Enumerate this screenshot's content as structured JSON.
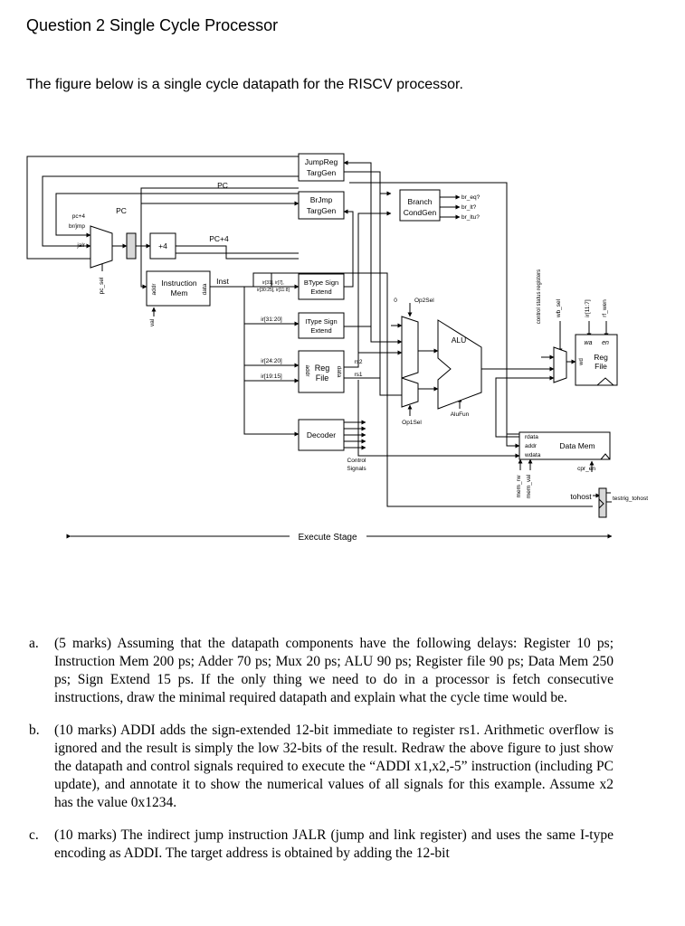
{
  "page": {
    "title": "Question 2 Single Cycle Processor",
    "intro": "The figure below is a single cycle datapath for the RISCV processor."
  },
  "diagram": {
    "blocks": {
      "jumpreg": [
        "JumpReg",
        "TargGen"
      ],
      "brjmp": [
        "BrJmp",
        "TargGen"
      ],
      "branch": [
        "Branch",
        "CondGen"
      ],
      "plus4": "+4",
      "imem": [
        "Instruction",
        "Mem"
      ],
      "btype": [
        "BType Sign",
        "Extend"
      ],
      "itype": [
        "IType Sign",
        "Extend"
      ],
      "regfile_mid": [
        "Reg",
        "File"
      ],
      "decoder": "Decoder",
      "alu": "ALU",
      "regfile_right": [
        "Reg",
        "File"
      ],
      "datamem": "Data Mem"
    },
    "labels": {
      "pc_top": "PC",
      "pc_reg": "PC",
      "pc4_top": "PC+4",
      "mux_pc4": "pc+4",
      "mux_brjmp": "br/jmp",
      "mux_jalr": "jalr",
      "pc_sel": "pc_sel",
      "val": "val",
      "imem_addr": "addr",
      "imem_data": "data",
      "inst": "Inst",
      "ir_b1": "ir[31], ir[7],",
      "ir_b2": "ir[30:25], ir[11:8]",
      "ir_3120": "ir[31:20]",
      "ir_2420": "ir[24:20]",
      "ir_1915": "ir[19:15]",
      "rf_addr": "addr",
      "rf_data": "data",
      "rs2": "rs2",
      "rs1": "rs1",
      "br_eq": "br_eq?",
      "br_lt": "br_lt?",
      "br_ltu": "br_ltu?",
      "zero": "0",
      "op2sel": "Op2Sel",
      "op1sel": "Op1Sel",
      "alufun": "AluFun",
      "control_signals": [
        "Control",
        "Signals"
      ],
      "csr": "control status registers",
      "wb_sel": "wb_sel",
      "ir117": "ir[11:7]",
      "rf_wen": "rf_wen",
      "wa": "wa",
      "en": "en",
      "wd": "wd",
      "rdata": "rdata",
      "addr": "addr",
      "wdata": "wdata",
      "mem_rw": "mem_rw",
      "mem_val": "mem_val",
      "cpr_en": "cpr_en",
      "tohost": "tohost",
      "testrig": "testrig_tohost",
      "execute_stage": "Execute Stage"
    }
  },
  "questions": [
    {
      "label": "a.",
      "text": "(5 marks) Assuming that the datapath components have the following delays: Register 10 ps; Instruction Mem 200 ps; Adder 70 ps; Mux 20 ps; ALU 90 ps; Register file 90 ps; Data Mem 250 ps; Sign Extend 15 ps. If the only thing we need to do in a processor is fetch consecutive instructions, draw the minimal required datapath and explain what the cycle time would be."
    },
    {
      "label": "b.",
      "text": "(10 marks) ADDI adds the sign-extended 12-bit immediate to register rs1. Arithmetic overflow is ignored and the result is simply the low 32-bits of the result. Redraw the above figure to just show the datapath and control signals required to execute the “ADDI x1,x2,-5” instruction (including PC update), and annotate it to show the numerical values of all signals for this example. Assume x2 has the value 0x1234."
    },
    {
      "label": "c.",
      "text": "(10 marks) The indirect jump instruction JALR (jump and link register) and uses the same I-type encoding as ADDI. The target address is obtained by adding the 12-bit"
    }
  ]
}
